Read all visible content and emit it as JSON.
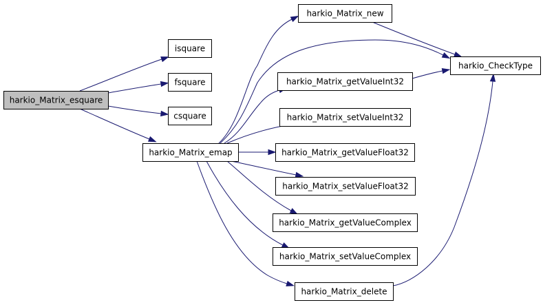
{
  "graph": {
    "edge_color": "#191970",
    "root_fill": "#bfbfbf",
    "nodes": [
      {
        "id": "esquare",
        "label": "harkio_Matrix_esquare",
        "root": true
      },
      {
        "id": "isquare",
        "label": "isquare"
      },
      {
        "id": "fsquare",
        "label": "fsquare"
      },
      {
        "id": "csquare",
        "label": "csquare"
      },
      {
        "id": "emap",
        "label": "harkio_Matrix_emap"
      },
      {
        "id": "new",
        "label": "harkio_Matrix_new"
      },
      {
        "id": "checktype",
        "label": "harkio_CheckType"
      },
      {
        "id": "getValueInt32",
        "label": "harkio_Matrix_getValueInt32"
      },
      {
        "id": "setValueInt32",
        "label": "harkio_Matrix_setValueInt32"
      },
      {
        "id": "getValueFloat32",
        "label": "harkio_Matrix_getValueFloat32"
      },
      {
        "id": "setValueFloat32",
        "label": "harkio_Matrix_setValueFloat32"
      },
      {
        "id": "getValueComplex",
        "label": "harkio_Matrix_getValueComplex"
      },
      {
        "id": "setValueComplex",
        "label": "harkio_Matrix_setValueComplex"
      },
      {
        "id": "delete",
        "label": "harkio_Matrix_delete"
      }
    ],
    "edges": [
      {
        "from": "esquare",
        "to": "isquare"
      },
      {
        "from": "esquare",
        "to": "fsquare"
      },
      {
        "from": "esquare",
        "to": "csquare"
      },
      {
        "from": "esquare",
        "to": "emap"
      },
      {
        "from": "emap",
        "to": "new"
      },
      {
        "from": "emap",
        "to": "checktype"
      },
      {
        "from": "emap",
        "to": "getValueInt32"
      },
      {
        "from": "emap",
        "to": "setValueInt32"
      },
      {
        "from": "emap",
        "to": "getValueFloat32"
      },
      {
        "from": "emap",
        "to": "setValueFloat32"
      },
      {
        "from": "emap",
        "to": "getValueComplex"
      },
      {
        "from": "emap",
        "to": "setValueComplex"
      },
      {
        "from": "emap",
        "to": "delete"
      },
      {
        "from": "new",
        "to": "checktype"
      },
      {
        "from": "getValueInt32",
        "to": "checktype"
      },
      {
        "from": "delete",
        "to": "checktype"
      }
    ]
  }
}
